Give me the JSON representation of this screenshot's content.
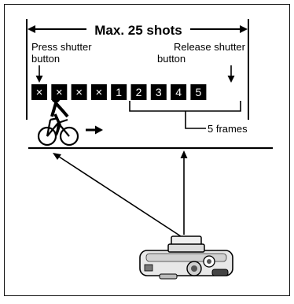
{
  "header": {
    "max_shots_label": "Max. 25 shots"
  },
  "labels": {
    "press_line1": "Press shutter",
    "press_line2": "button",
    "release_line1": "Release shutter",
    "release_line2": "button",
    "frames_label": "5 frames"
  },
  "frames": {
    "discarded_mark": "×",
    "discarded_count": 4,
    "kept": [
      "1",
      "2",
      "3",
      "4",
      "5"
    ]
  },
  "icons": {
    "cyclist": "cyclist-icon",
    "motion_arrow": "right-arrow-icon",
    "camera": "compact-camera-icon"
  }
}
